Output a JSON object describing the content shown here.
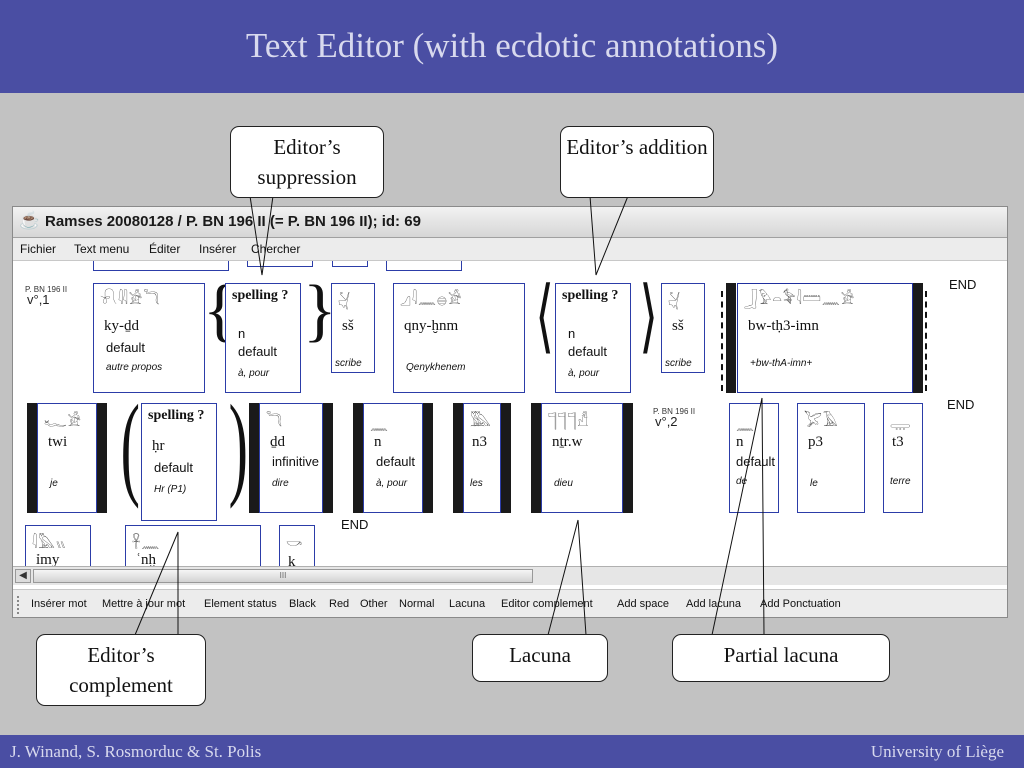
{
  "slide": {
    "title": "Text Editor (with ecdotic annotations)",
    "footer_left": "J. Winand, S. Rosmorduc & St. Polis",
    "footer_right": "University of Liège"
  },
  "window": {
    "title": "Ramses 20080128 / P. BN 196 II (= P. BN 196 II); id: 69",
    "menu": [
      "Fichier",
      "Text menu",
      "Éditer",
      "Insérer",
      "Chercher"
    ],
    "toolbar": [
      "Insérer mot",
      "Mettre à jour mot",
      "Element status",
      "Black",
      "Red",
      "Other",
      "Normal",
      "Lacuna",
      "Editor complement",
      "Add space",
      "Add lacuna",
      "Add Ponctuation"
    ],
    "scroll_grip": "III",
    "scroll_left_arrow": "◀"
  },
  "editor": {
    "ref_small": "P. BN 196 II",
    "verso1": "v°,1",
    "verso2": "v°,2",
    "end": "END",
    "spelling": "spelling ?",
    "words": [
      {
        "glyphs": "𓍯𓇌𓀀𓆓",
        "translit": "ky-ḏd",
        "gram": "default",
        "trans": "autre propos"
      },
      {
        "glyphs": "",
        "translit": "",
        "gram": "n",
        "gram2": "default",
        "trans": "à, pour"
      },
      {
        "glyphs": "𓋔",
        "translit": "sš",
        "gram": "",
        "trans": "scribe"
      },
      {
        "glyphs": "𓈎𓇋𓈖𓐍𓀀",
        "translit": "qny-ḫnm",
        "gram": "",
        "trans": "Qenykhenem"
      },
      {
        "glyphs": "",
        "translit": "",
        "gram": "n",
        "gram2": "default",
        "trans": "à, pour"
      },
      {
        "glyphs": "𓋔",
        "translit": "sš",
        "gram": "",
        "trans": "scribe"
      },
      {
        "glyphs": "𓃀𓅱𓏏𓅝𓇋𓏠𓈖𓀀",
        "translit": "bw-tḥ3-imn",
        "gram": "",
        "trans": "+bw-thA-imn+"
      },
      {
        "glyphs": "𓆑𓀀",
        "translit": "twi",
        "gram": "",
        "trans": "je"
      },
      {
        "glyphs": "",
        "translit": "ḥr",
        "gram": "default",
        "trans": "Hr (P1)"
      },
      {
        "glyphs": "𓆓",
        "translit": "ḏd",
        "gram": "infinitive",
        "trans": "dire"
      },
      {
        "glyphs": "𓈖",
        "translit": "n",
        "gram": "default",
        "trans": "à, pour"
      },
      {
        "glyphs": "𓅔",
        "translit": "n3",
        "gram": "",
        "trans": "les"
      },
      {
        "glyphs": "𓊹𓊹𓊹𓀭",
        "translit": "nṯr.w",
        "gram": "",
        "trans": "dieu"
      },
      {
        "glyphs": "𓈖",
        "translit": "n",
        "gram": "default",
        "trans": "de"
      },
      {
        "glyphs": "𓅯𓄿",
        "translit": "p3",
        "gram": "",
        "trans": "le"
      },
      {
        "glyphs": "𓇾",
        "translit": "t3",
        "gram": "",
        "trans": "terre"
      },
      {
        "glyphs": "𓇋𓅓𓏭",
        "translit": "ỉmy",
        "gram": "",
        "trans": ""
      },
      {
        "glyphs": "𓋹𓈖",
        "translit": "ʿnḫ",
        "gram": "",
        "trans": ""
      },
      {
        "glyphs": "𓎡",
        "translit": "k",
        "gram": "",
        "trans": ""
      }
    ]
  },
  "callouts": {
    "suppression": "Editor’s suppression",
    "addition": "Editor’s addition",
    "complement": "Editor’s complement",
    "lacuna": "Lacuna",
    "partial": "Partial lacuna"
  },
  "colors": {
    "header": "#4a4ea3",
    "box_border": "#2c3da8",
    "slide_bg": "#c2c2c2"
  }
}
